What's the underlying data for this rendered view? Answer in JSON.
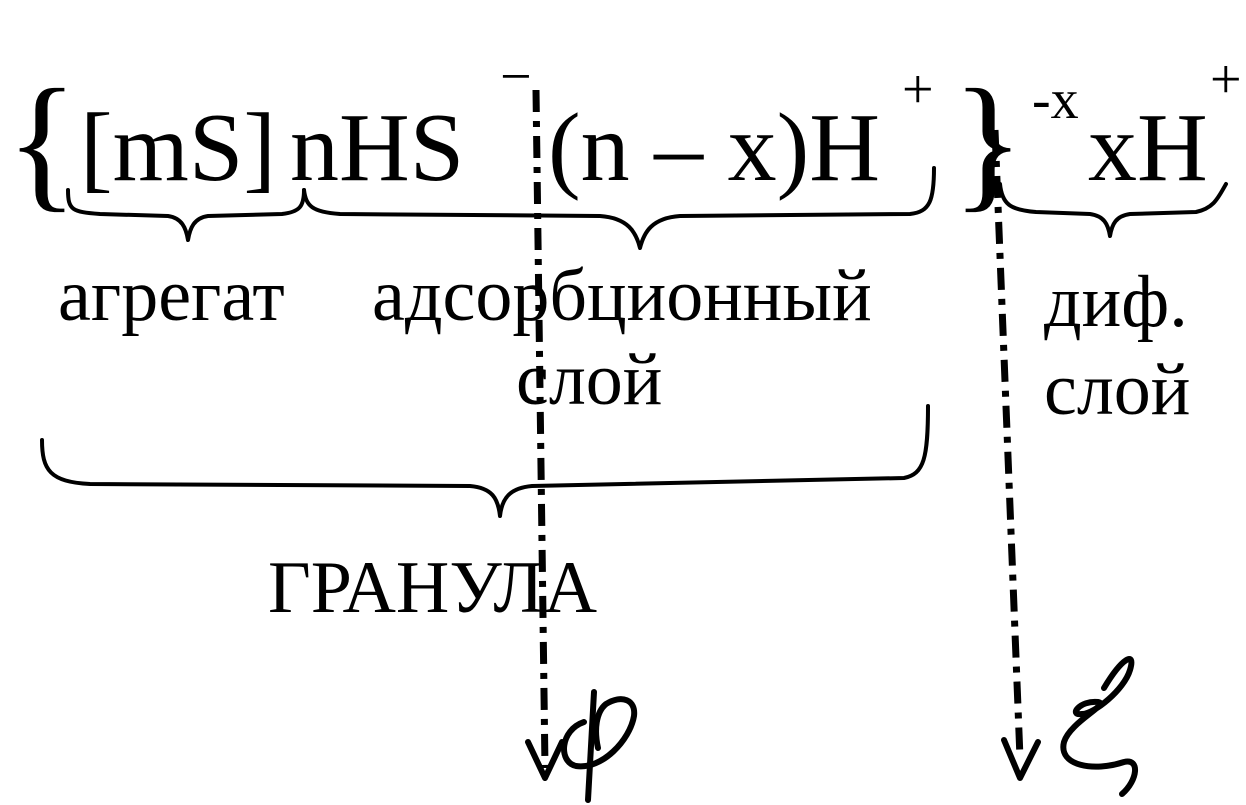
{
  "formula": {
    "open_brace": "{",
    "core": "[mS]",
    "potential_ions": "nHS",
    "potential_charge": "−",
    "counter_ions_adsorbed": "(n – x)H",
    "counter_charge_adsorbed": "+",
    "close_brace": "}",
    "granule_charge": "-x",
    "counter_ions_diffuse": "xH",
    "counter_charge_diffuse": "+"
  },
  "labels": {
    "aggregate": "агрегат",
    "adsorption_layer_line1": "адсорбционный",
    "adsorption_layer_line2": "слой",
    "diffuse_layer_line1": "диф.",
    "diffuse_layer_line2": "слой",
    "granule": "ГРАНУЛА"
  },
  "potentials": {
    "phi_symbol": "φ",
    "zeta_symbol": "ξ"
  }
}
